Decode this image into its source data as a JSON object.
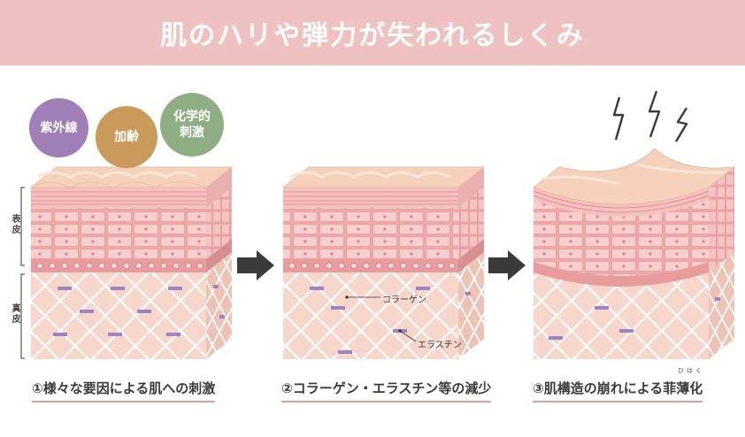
{
  "title": "肌のハリや弾力が失われるしくみ",
  "labels": {
    "epidermis": "表皮",
    "dermis": "真皮"
  },
  "factors": [
    {
      "label": "紫外線",
      "color": "#a07fb8"
    },
    {
      "label": "加齢",
      "color": "#c99a5a"
    },
    {
      "label": "化学的\n刺激",
      "color": "#8fae84"
    }
  ],
  "annotations": {
    "collagen": "コラーゲン",
    "elastin": "エラスチン"
  },
  "captions": [
    "①様々な要因による肌への刺激",
    "②コラーゲン・エラスチン等の減少",
    "③肌構造の崩れによる菲薄化"
  ],
  "ruby": "ひはく",
  "colors": {
    "banner": "#f0c1c2",
    "skin_top": "#f6d2bc",
    "epidermis": "#f4b8b6",
    "dermis": "#f7d7cc",
    "arrow": "#3a3a3a",
    "caption_underline": "#e89a9c"
  }
}
